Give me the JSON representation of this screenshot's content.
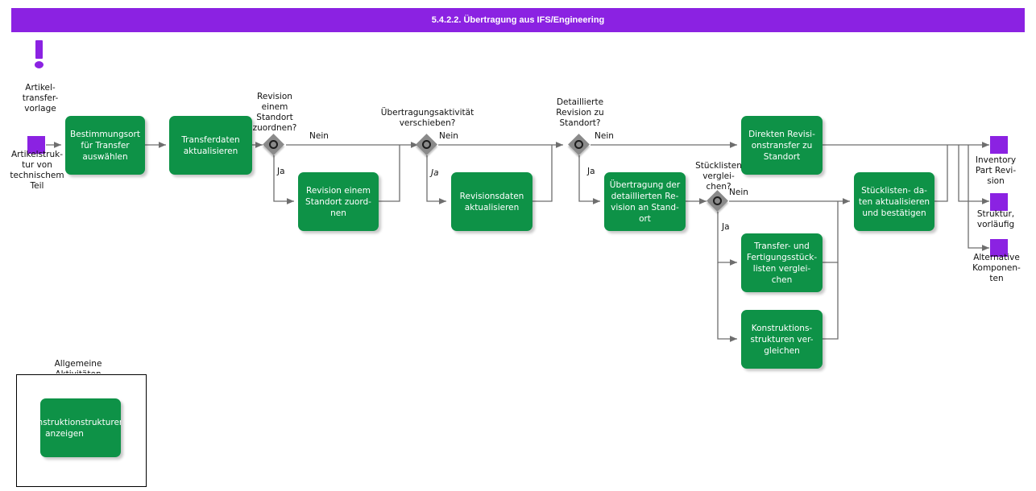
{
  "header": {
    "title": "5.4.2.2. Übertragung aus IFS/Engineering",
    "bar_color": "#8B22E2"
  },
  "colors": {
    "process_green": "#0E9247",
    "terminal_purple": "#8B22E2",
    "gateway_gray": "#8A8A8A",
    "connector": "#6E6E6E",
    "text_dark": "#111111"
  },
  "artifacts": {
    "template_note": {
      "icon": "exclamation-icon",
      "label": "Artikel-\ntransfer-\nvorlage"
    }
  },
  "terminals": {
    "start": {
      "label": "Artikelstruk-\ntur von\ntechnischem\nTeil"
    },
    "outputs": [
      {
        "label": "Inventory\nPart Revi-\nsion"
      },
      {
        "label": "Struktur,\nvorläufig"
      },
      {
        "label": "Alternative\nKomponen-\nten"
      }
    ]
  },
  "processes": [
    {
      "id": "p1",
      "label": "Bestimmungsort\nfür Transfer\nauswählen"
    },
    {
      "id": "p2",
      "label": "Transferdaten\naktualisieren"
    },
    {
      "id": "p3",
      "label": "Revision einem\nStandort zuord-\nnen"
    },
    {
      "id": "p4",
      "label": "Revisionsdaten\naktualisieren"
    },
    {
      "id": "p5",
      "label": "Übertragung der\ndetaillierten Re-\nvision an Stand-\nort"
    },
    {
      "id": "p6",
      "label": "Direkten Revisi-\nonstransfer zu\nStandort"
    },
    {
      "id": "p7",
      "label": "Stücklisten- da-\nten aktualisieren\nund bestätigen"
    },
    {
      "id": "p8",
      "label": "Transfer- und\nFertigungsstück-\nlisten   verglei-\nchen"
    },
    {
      "id": "p9",
      "label": "Konstruktions-\nstrukturen  ver-\ngleichen"
    }
  ],
  "gateways": [
    {
      "id": "g1",
      "question": "Revision\neinem\nStandort\nzuordnen?",
      "no": "Nein",
      "yes": "Ja"
    },
    {
      "id": "g2",
      "question": "Übertragungsaktivität\nverschieben?",
      "no": "Nein",
      "yes": "Ja"
    },
    {
      "id": "g3",
      "question": "Detaillierte\nRevision zu\nStandort?",
      "no": "Nein",
      "yes": "Ja"
    },
    {
      "id": "g4",
      "question": "Stücklisten\nverglei-\nchen?",
      "no": "Nein",
      "yes": "Ja"
    }
  ],
  "legend": {
    "title": "Allgemeine\nAktivitäten",
    "item_label": "Liste/Konstruktionstrukturen\nanzeigen"
  }
}
